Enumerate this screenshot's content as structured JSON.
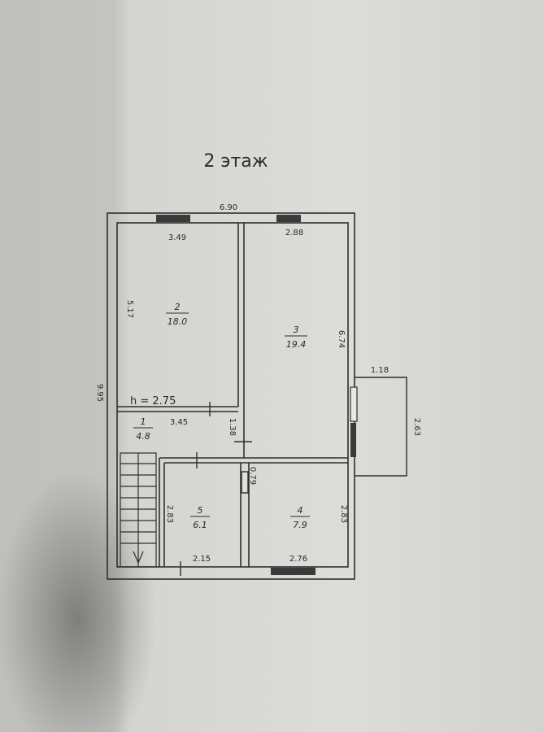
{
  "title": "2 этаж",
  "dimensions": {
    "overall_width": "6.90",
    "overall_height": "9.95",
    "room2_width": "3.49",
    "room3_width": "2.88",
    "room2_height": "5.17",
    "room3_height": "6.74",
    "balcony_width": "1.18",
    "balcony_depth": "2.63",
    "ceiling_height": "h = 2.75",
    "corridor_width": "3.45",
    "corridor_depth": "1.38",
    "room5_height": "2.83",
    "room5_width": "2.15",
    "room4_width": "2.76",
    "room4_height": "2.83",
    "door_width": "0.79"
  },
  "rooms": [
    {
      "number": "1",
      "area": "4.8"
    },
    {
      "number": "2",
      "area": "18.0"
    },
    {
      "number": "3",
      "area": "19.4"
    },
    {
      "number": "4",
      "area": "7.9"
    },
    {
      "number": "5",
      "area": "6.1"
    }
  ]
}
